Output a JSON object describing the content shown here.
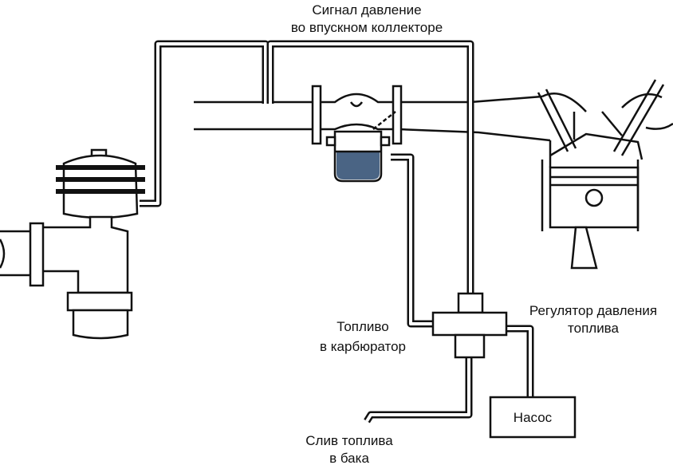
{
  "labels": {
    "signal_line1": "Сигнал давление",
    "signal_line2": "во впускном коллекторе",
    "regulator_line1": "Регулятор давления",
    "regulator_line2": "топлива",
    "carb_line1": "Топливо",
    "carb_line2": "в карбюратор",
    "drain_line1": "Слив топлива",
    "drain_line2": "в бака",
    "pump": "Насос"
  },
  "colors": {
    "line": "#111111",
    "fuel": "#4a6484",
    "background": "#ffffff"
  }
}
